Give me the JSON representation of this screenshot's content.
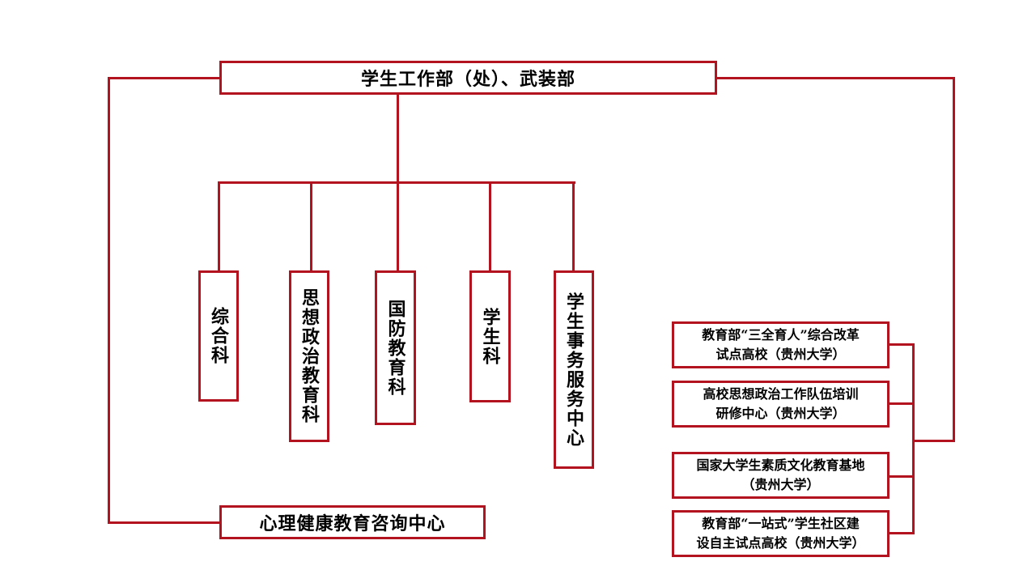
{
  "top": {
    "title": "学生工作部（处）、武装部"
  },
  "departments": [
    {
      "label": "综合科"
    },
    {
      "label": "思想政治教育科"
    },
    {
      "label": "国防教育科"
    },
    {
      "label": "学生科"
    },
    {
      "label": "学生事务服务中心"
    }
  ],
  "bottom": {
    "label": "心理健康教育咨询中心"
  },
  "bases": [
    {
      "line1": "教育部“三全育人”综合改革",
      "line2": "试点高校（贵州大学）"
    },
    {
      "line1": "高校思想政治工作队伍培训",
      "line2": "研修中心（贵州大学）"
    },
    {
      "line1": "国家大学生素质文化教育基地",
      "line2": "（贵州大学）"
    },
    {
      "line1": "教育部“一站式”学生社区建",
      "line2": "设自主试点高校（贵州大学）"
    }
  ],
  "colors": {
    "connector": "#b3121f",
    "text": "#000000",
    "background": "#ffffff"
  }
}
